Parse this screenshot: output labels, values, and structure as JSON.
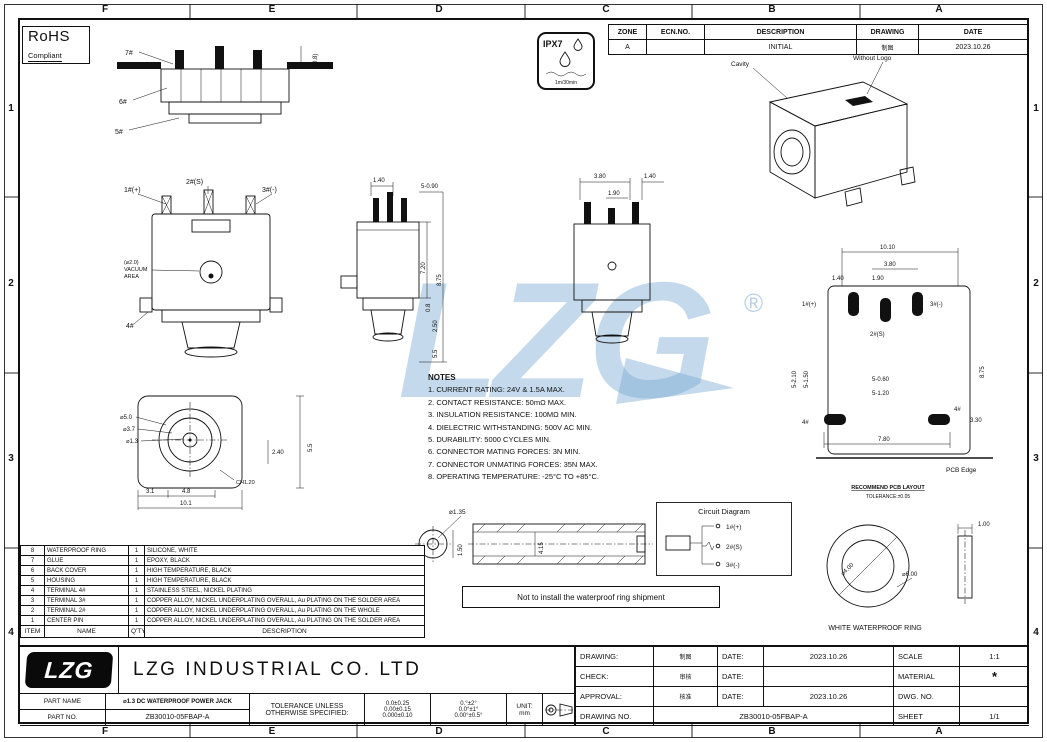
{
  "frame": {
    "zones_top": [
      "F",
      "E",
      "D",
      "C",
      "B",
      "A"
    ],
    "zones_side": [
      "1",
      "2",
      "3",
      "4"
    ]
  },
  "rohs": {
    "title": "RoHS",
    "subtitle": "Compliant"
  },
  "ipx7": {
    "label": "IPX7",
    "duration": "1m/30min"
  },
  "revision": {
    "headers": {
      "zone": "ZONE",
      "ecn": "ECN.NO.",
      "description": "DESCRIPTION",
      "drawing": "DRAWING",
      "date": "DATE"
    },
    "rows": [
      {
        "zone": "A",
        "ecn": "",
        "description": "INITIAL",
        "drawing": "制图",
        "date": "2023.10.26"
      }
    ]
  },
  "watermark": {
    "text": "LZG",
    "reg": "®"
  },
  "notes": {
    "title": "NOTES",
    "items": [
      "1. CURRENT RATING: 24V & 1.5A MAX.",
      "2. CONTACT RESISTANCE: 50mΩ MAX.",
      "3. INSULATION RESISTANCE: 100MΩ MIN.",
      "4. DIELECTRIC WITHSTANDING: 500V AC MIN.",
      "5. DURABILITY: 5000 CYCLES MIN.",
      "6. CONNECTOR MATING FORCES: 3N MIN.",
      "7. CONNECTOR UNMATING FORCES: 35N MAX.",
      "8. OPERATING TEMPERATURE: -25°C TO +85°C."
    ]
  },
  "views": {
    "exploded": {
      "part7": "7#",
      "part6": "6#",
      "part5": "5#",
      "dim_08": "(0.8)"
    },
    "front": {
      "pin1": "1#(+)",
      "pin2": "2#(S)",
      "pin3": "3#(-)",
      "pin4": "4#",
      "vacuum_dia": "(⌀2.0)",
      "vacuum_l1": "VACUUM",
      "vacuum_l2": "AREA"
    },
    "side": {
      "dim_140": "1.40",
      "dim_5_090": "5-0.90",
      "dim_720": "7.20",
      "dim_875": "8.75",
      "dim_08": "0.8",
      "dim_250": "2.50",
      "dim_55": "5.5"
    },
    "rear": {
      "dim_380": "3.80",
      "dim_190": "1.90",
      "dim_140": "1.40"
    },
    "iso": {
      "cavity": "Cavity",
      "without_logo": "Without Logo"
    },
    "pcb": {
      "dim_1010": "10.10",
      "dim_380": "3.80",
      "dim_190": "1.90",
      "dim_140": "1.40",
      "pin1": "1#(+)",
      "pin2": "2#(S)",
      "pin3": "3#(-)",
      "pin4_left": "4#",
      "pin4_right": "4#",
      "dim_5_210": "5-2.10",
      "dim_5_150": "5-1.50",
      "dim_5_060": "5-0.60",
      "dim_5_120": "5-1.20",
      "dim_875": "8.75",
      "dim_330": "3.30",
      "dim_780": "7.80",
      "edge_label": "PCB Edge",
      "recommend": "RECOMMEND PCB LAYOUT",
      "tolerance": "TOLERANCE:±0.05"
    },
    "bottom": {
      "dia_50": "⌀5.0",
      "dia_37": "⌀3.7",
      "dia_13": "⌀1.3",
      "dim_55": "5.5",
      "dim_240": "2.40",
      "dim_ch": "CH1.20",
      "dim_31": "3.1",
      "dim_48": "4.8",
      "dim_101": "10.1"
    },
    "plug": {
      "dia_135": "⌀1.35",
      "dim_150": "1.50",
      "dim_415": "4.15"
    },
    "circuit": {
      "title": "Circuit Diagram",
      "pin1": "1#(+)",
      "pin2": "2#(S)",
      "pin3": "3#(-)"
    },
    "ship_note": "Not to install the waterproof ring shipment",
    "ring": {
      "dia_400": "⌀4.00",
      "dia_600": "⌀6.00",
      "dim_100": "1.00",
      "label": "WHITE WATERPROOF RING"
    }
  },
  "bom": {
    "headers": {
      "item": "ITEM",
      "name": "NAME",
      "qty": "Q'TY",
      "description": "DESCRIPTION"
    },
    "rows": [
      {
        "item": "8",
        "name": "WATERPROOF RING",
        "qty": "1",
        "description": "SILICONE, WHITE"
      },
      {
        "item": "7",
        "name": "GLUE",
        "qty": "1",
        "description": "EPOXY, BLACK"
      },
      {
        "item": "6",
        "name": "BACK COVER",
        "qty": "1",
        "description": "HIGH TEMPERATURE, BLACK"
      },
      {
        "item": "5",
        "name": "HOUSING",
        "qty": "1",
        "description": "HIGH TEMPERATURE, BLACK"
      },
      {
        "item": "4",
        "name": "TERMINAL 4#",
        "qty": "1",
        "description": "STAINLESS STEEL, NICKEL PLATING"
      },
      {
        "item": "3",
        "name": "TERMINAL 3#",
        "qty": "1",
        "description": "COPPER ALLOY, NICKEL UNDERPLATING OVERALL, Au PLATING ON THE SOLDER AREA"
      },
      {
        "item": "2",
        "name": "TERMINAL 2#",
        "qty": "1",
        "description": "COPPER ALLOY, NICKEL UNDERPLATING OVERALL, Au PLATING ON THE WHOLE"
      },
      {
        "item": "1",
        "name": "CENTER PIN",
        "qty": "1",
        "description": "COPPER ALLOY, NICKEL UNDERPLATING OVERALL, Au PLATING ON THE SOLDER AREA"
      }
    ]
  },
  "title_block": {
    "logo_text": "LZG",
    "company": "LZG INDUSTRIAL CO. LTD",
    "rows": {
      "drawing_label": "DRAWING:",
      "drawing_value": "制图",
      "drawing_date_label": "DATE:",
      "drawing_date": "2023.10.26",
      "check_label": "CHECK:",
      "check_value": "审核",
      "check_date_label": "DATE:",
      "check_date": "",
      "approval_label": "APPROVAL:",
      "approval_value": "核准",
      "approval_date_label": "DATE:",
      "approval_date": "2023.10.26",
      "drawing_no_label": "DRAWING NO.",
      "drawing_no": "ZB30010-05FBAP-A"
    },
    "right": {
      "scale_label": "SCALE",
      "scale": "1:1",
      "material_label": "MATERIAL",
      "material": "*",
      "dwg_no_label": "DWG. NO.",
      "dwg_no": "",
      "sheet_label": "SHEET",
      "sheet": "1/1"
    },
    "part": {
      "part_name_label": "PART NAME",
      "part_name": "⌀1.3 DC WATERPROOF POWER JACK",
      "part_no_label": "PART NO.",
      "part_no": "ZB30010-05FBAP-A"
    },
    "tolerance": {
      "label_l1": "TOLERANCE UNLESS",
      "label_l2": "OTHERWISE SPECIFIED:",
      "lin1": "0.0±0.25",
      "lin2": "0.00±0.15",
      "lin3": "0.000±0.10",
      "ang1": "0.°±2°",
      "ang2": "0.0°±1°",
      "ang3": "0.00°±0.5°",
      "unit_label": "UNIT:",
      "unit": "mm"
    }
  }
}
